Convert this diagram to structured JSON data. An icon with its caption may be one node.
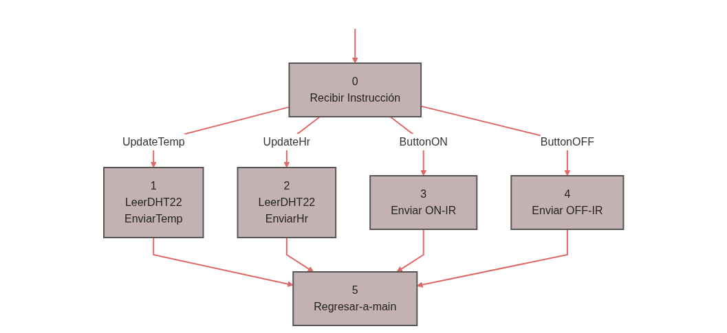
{
  "diagram": {
    "nodes": [
      {
        "text": [
          "0",
          "Recibir Instrucción"
        ]
      },
      {
        "text": [
          "1",
          "LeerDHT22",
          "EnviarTemp"
        ]
      },
      {
        "text": [
          "2",
          "LeerDHT22",
          "EnviarHr"
        ]
      },
      {
        "text": [
          "3",
          "Enviar ON-IR"
        ]
      },
      {
        "text": [
          "4",
          "Enviar OFF-IR"
        ]
      },
      {
        "text": [
          "5",
          "Regresar-a-main"
        ]
      }
    ],
    "edges": [
      {
        "from": null,
        "to": 0,
        "arrow": "to"
      },
      {
        "from": 0,
        "to": 1,
        "arrow": "to",
        "label": "UpdateTemp"
      },
      {
        "from": 0,
        "to": 2,
        "arrow": "to",
        "label": "UpdateHr"
      },
      {
        "from": 0,
        "to": 3,
        "arrow": "to",
        "label": "ButtonON"
      },
      {
        "from": 0,
        "to": 4,
        "arrow": "to",
        "label": "ButtonOFF"
      },
      {
        "from": 1,
        "to": 5,
        "arrow": "to"
      },
      {
        "from": 2,
        "to": 5,
        "arrow": "to"
      },
      {
        "from": 3,
        "to": 5,
        "arrow": "to"
      },
      {
        "from": 4,
        "to": 5,
        "arrow": "to"
      }
    ]
  }
}
